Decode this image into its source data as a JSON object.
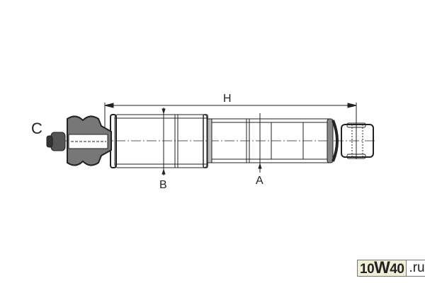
{
  "drawing": {
    "labels": {
      "H": "H",
      "A": "A",
      "B": "B",
      "C": "C"
    }
  },
  "watermark": {
    "main_pre": "10",
    "main_w": "W",
    "main_post": "40",
    "tld": ".ru"
  }
}
